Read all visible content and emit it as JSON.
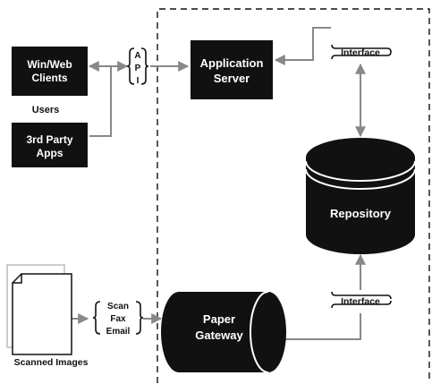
{
  "diagram": {
    "clients": {
      "line1": "Win/Web",
      "line2": "Clients"
    },
    "users_label": "Users",
    "third_party": {
      "line1": "3rd Party",
      "line2": "Apps"
    },
    "api": {
      "a": "A",
      "p": "P",
      "i": "I"
    },
    "app_server": {
      "line1": "Application",
      "line2": "Server"
    },
    "interface_top": "Interface",
    "repository": "Repository",
    "interface_bottom": "Interface",
    "paper_gateway": {
      "line1": "Paper",
      "line2": "Gateway"
    },
    "inputs": {
      "scan": "Scan",
      "fax": "Fax",
      "email": "Email"
    },
    "scanned_images": "Scanned Images"
  },
  "colors": {
    "box": "#111111",
    "arrow": "#888888",
    "border": "#111111",
    "page": "#ffffff"
  }
}
